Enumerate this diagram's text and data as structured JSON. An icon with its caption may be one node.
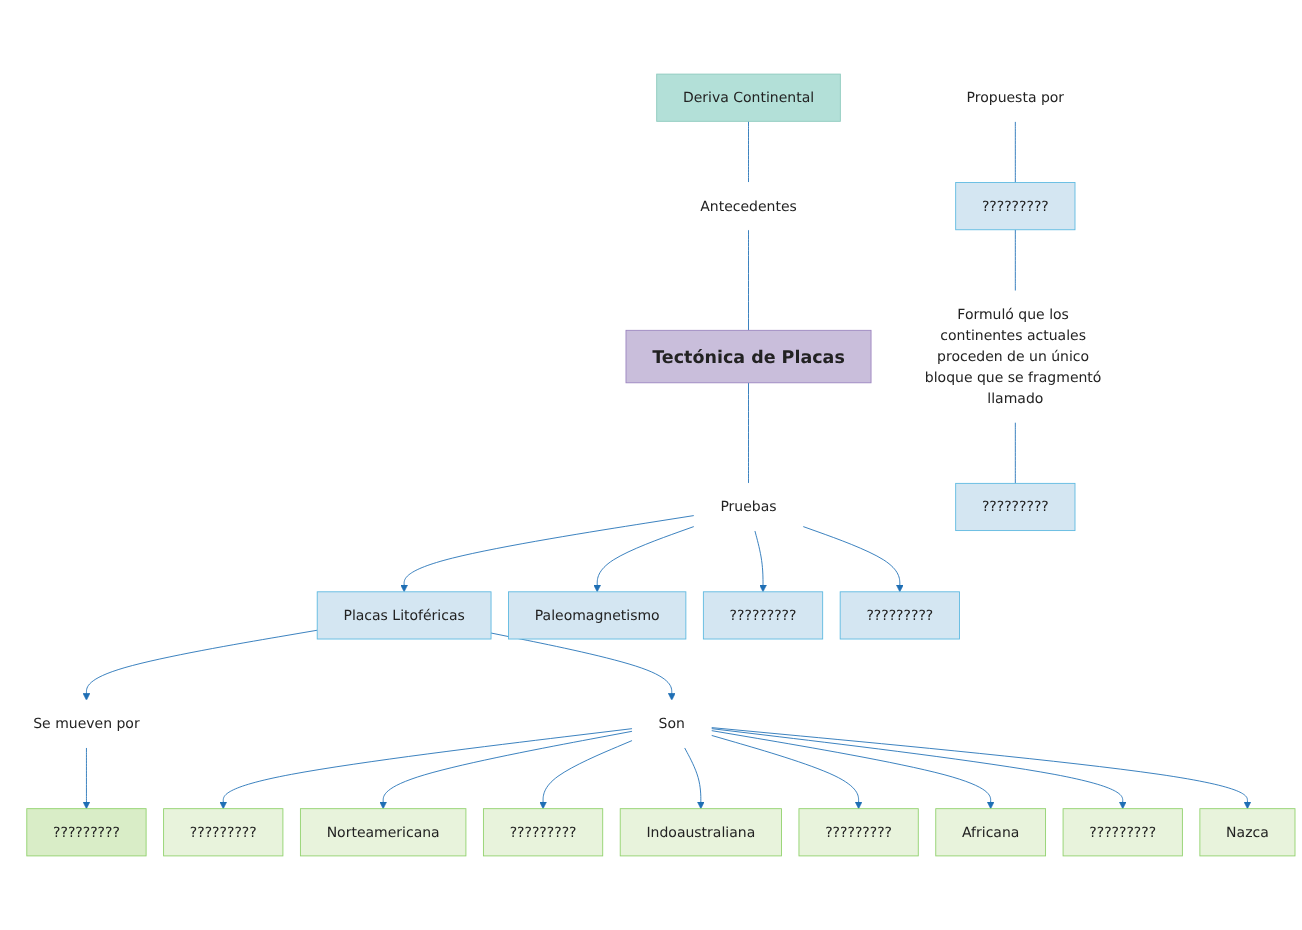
{
  "diagram": {
    "nodes": [
      {
        "text": [
          "Deriva Continental"
        ]
      },
      {
        "text": [
          "Antecedentes"
        ]
      },
      {
        "text": [
          "Tectónica de Placas"
        ]
      },
      {
        "text": [
          "Propuesta por"
        ]
      },
      {
        "text": [
          "Paleomagnetismo"
        ]
      },
      {
        "text": [
          "Pruebas"
        ]
      },
      {
        "text": [
          "?????????"
        ]
      },
      {
        "text": [
          "?????????"
        ]
      },
      {
        "text": [
          "?????????"
        ]
      },
      {
        "text": [
          "Placas Litoféricas"
        ]
      },
      {
        "text": [
          "Se mueven por"
        ]
      },
      {
        "text": [
          "?????????"
        ]
      },
      {
        "text": [
          "Formuló que los continentes actuales proceden de un único bloque que se fragmentó llamado"
        ]
      },
      {
        "text": [
          "Son"
        ]
      },
      {
        "text": [
          "?????????"
        ]
      },
      {
        "text": [
          "Nazca"
        ]
      },
      {
        "text": [
          "Norteamericana"
        ]
      },
      {
        "text": [
          "?????????"
        ]
      },
      {
        "text": [
          "?????????"
        ]
      },
      {
        "text": [
          "Africana"
        ]
      },
      {
        "text": [
          "Indoaustraliana"
        ]
      },
      {
        "text": [
          "?????????"
        ]
      },
      {
        "text": [
          "?????????"
        ]
      }
    ],
    "edges": [
      {
        "from": 0,
        "to": 1,
        "arrow": "none"
      },
      {
        "from": 1,
        "to": 2,
        "arrow": "none"
      },
      {
        "from": 2,
        "to": 5,
        "arrow": "none"
      },
      {
        "from": 5,
        "to": 4,
        "arrow": "to"
      },
      {
        "from": 5,
        "to": 7,
        "arrow": "to"
      },
      {
        "from": 5,
        "to": 6,
        "arrow": "to"
      },
      {
        "from": 5,
        "to": 9,
        "arrow": "to"
      },
      {
        "from": 3,
        "to": 8,
        "arrow": "none"
      },
      {
        "from": 8,
        "to": 12,
        "arrow": "none"
      },
      {
        "from": 12,
        "to": 22,
        "arrow": "none"
      },
      {
        "from": 9,
        "to": 10,
        "arrow": "to"
      },
      {
        "from": 10,
        "to": 11,
        "arrow": "to"
      },
      {
        "from": 9,
        "to": 13,
        "arrow": "to"
      },
      {
        "from": 13,
        "to": 14,
        "arrow": "to"
      },
      {
        "from": 13,
        "to": 16,
        "arrow": "to"
      },
      {
        "from": 13,
        "to": 18,
        "arrow": "to"
      },
      {
        "from": 13,
        "to": 20,
        "arrow": "to"
      },
      {
        "from": 13,
        "to": 21,
        "arrow": "to"
      },
      {
        "from": 13,
        "to": 19,
        "arrow": "to"
      },
      {
        "from": 13,
        "to": 17,
        "arrow": "to"
      },
      {
        "from": 13,
        "to": 15,
        "arrow": "to"
      }
    ]
  }
}
